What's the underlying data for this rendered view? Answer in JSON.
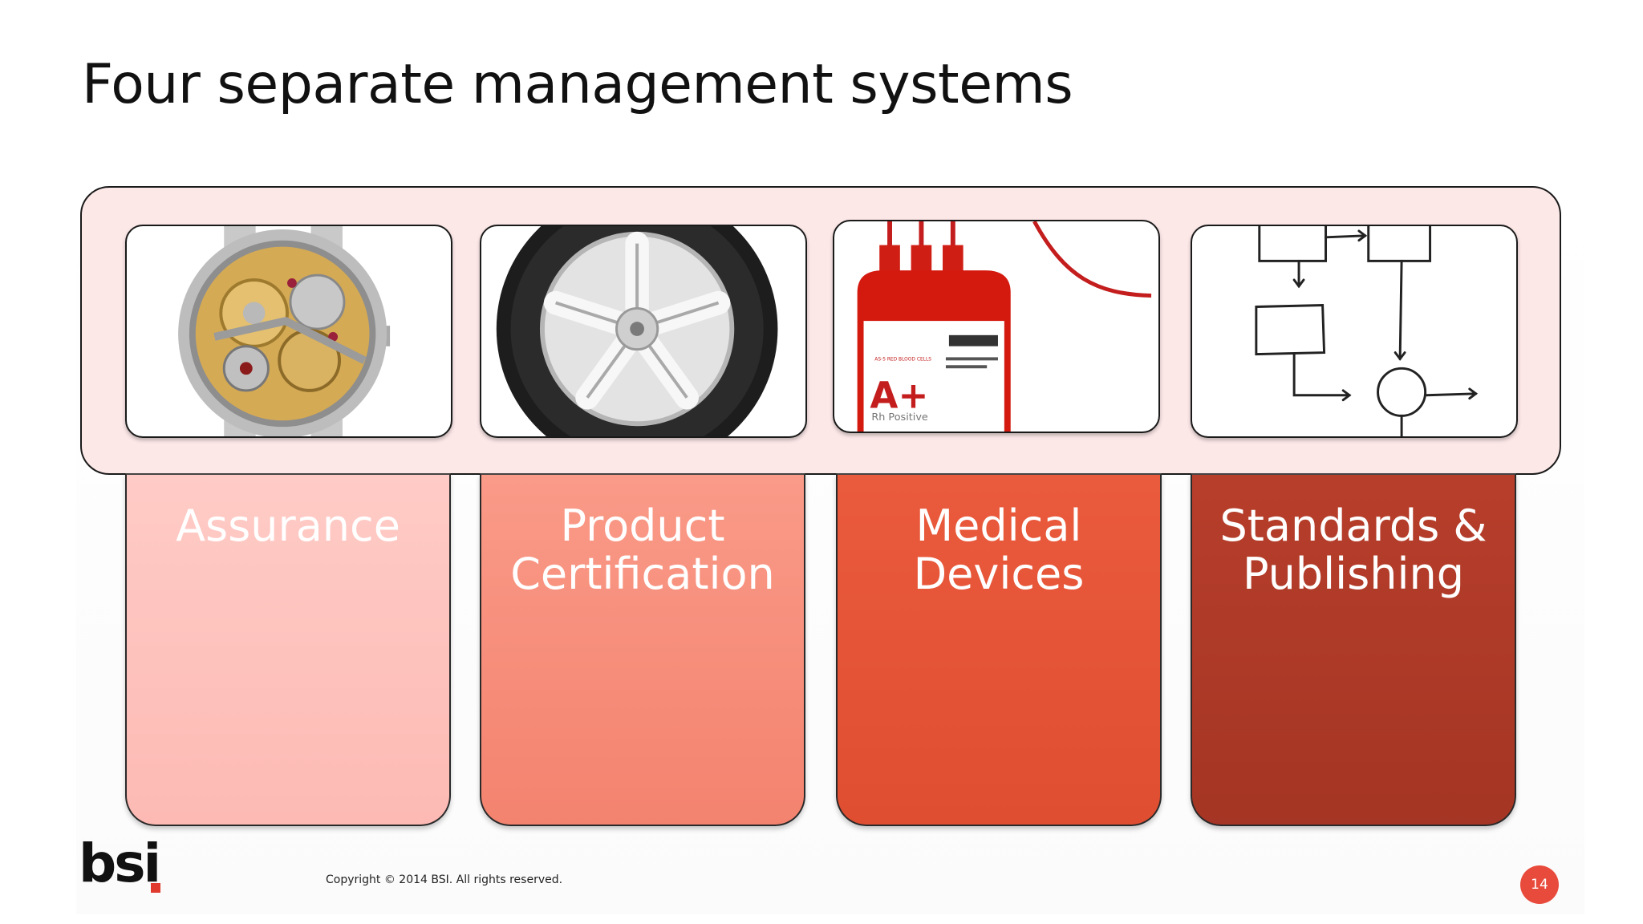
{
  "slide": {
    "title": "Four separate management systems",
    "copyright": "Copyright © 2014 BSI. All rights reserved.",
    "page_number": "14",
    "logo_text": "bsi",
    "accent_color": "#e03a2f"
  },
  "pictures": {
    "bag_label_type": "A+",
    "bag_label_rh": "Rh Positive",
    "bag_label_cells": "AS-5 RED BLOOD CELLS"
  },
  "boxes": [
    {
      "label": "Assurance",
      "color": "#fdc0bb"
    },
    {
      "label": "Product\nCertification",
      "color": "#f78f7c"
    },
    {
      "label": "Medical\nDevices",
      "color": "#e85538"
    },
    {
      "label": "Standards &\nPublishing",
      "color": "#b03a28"
    }
  ]
}
